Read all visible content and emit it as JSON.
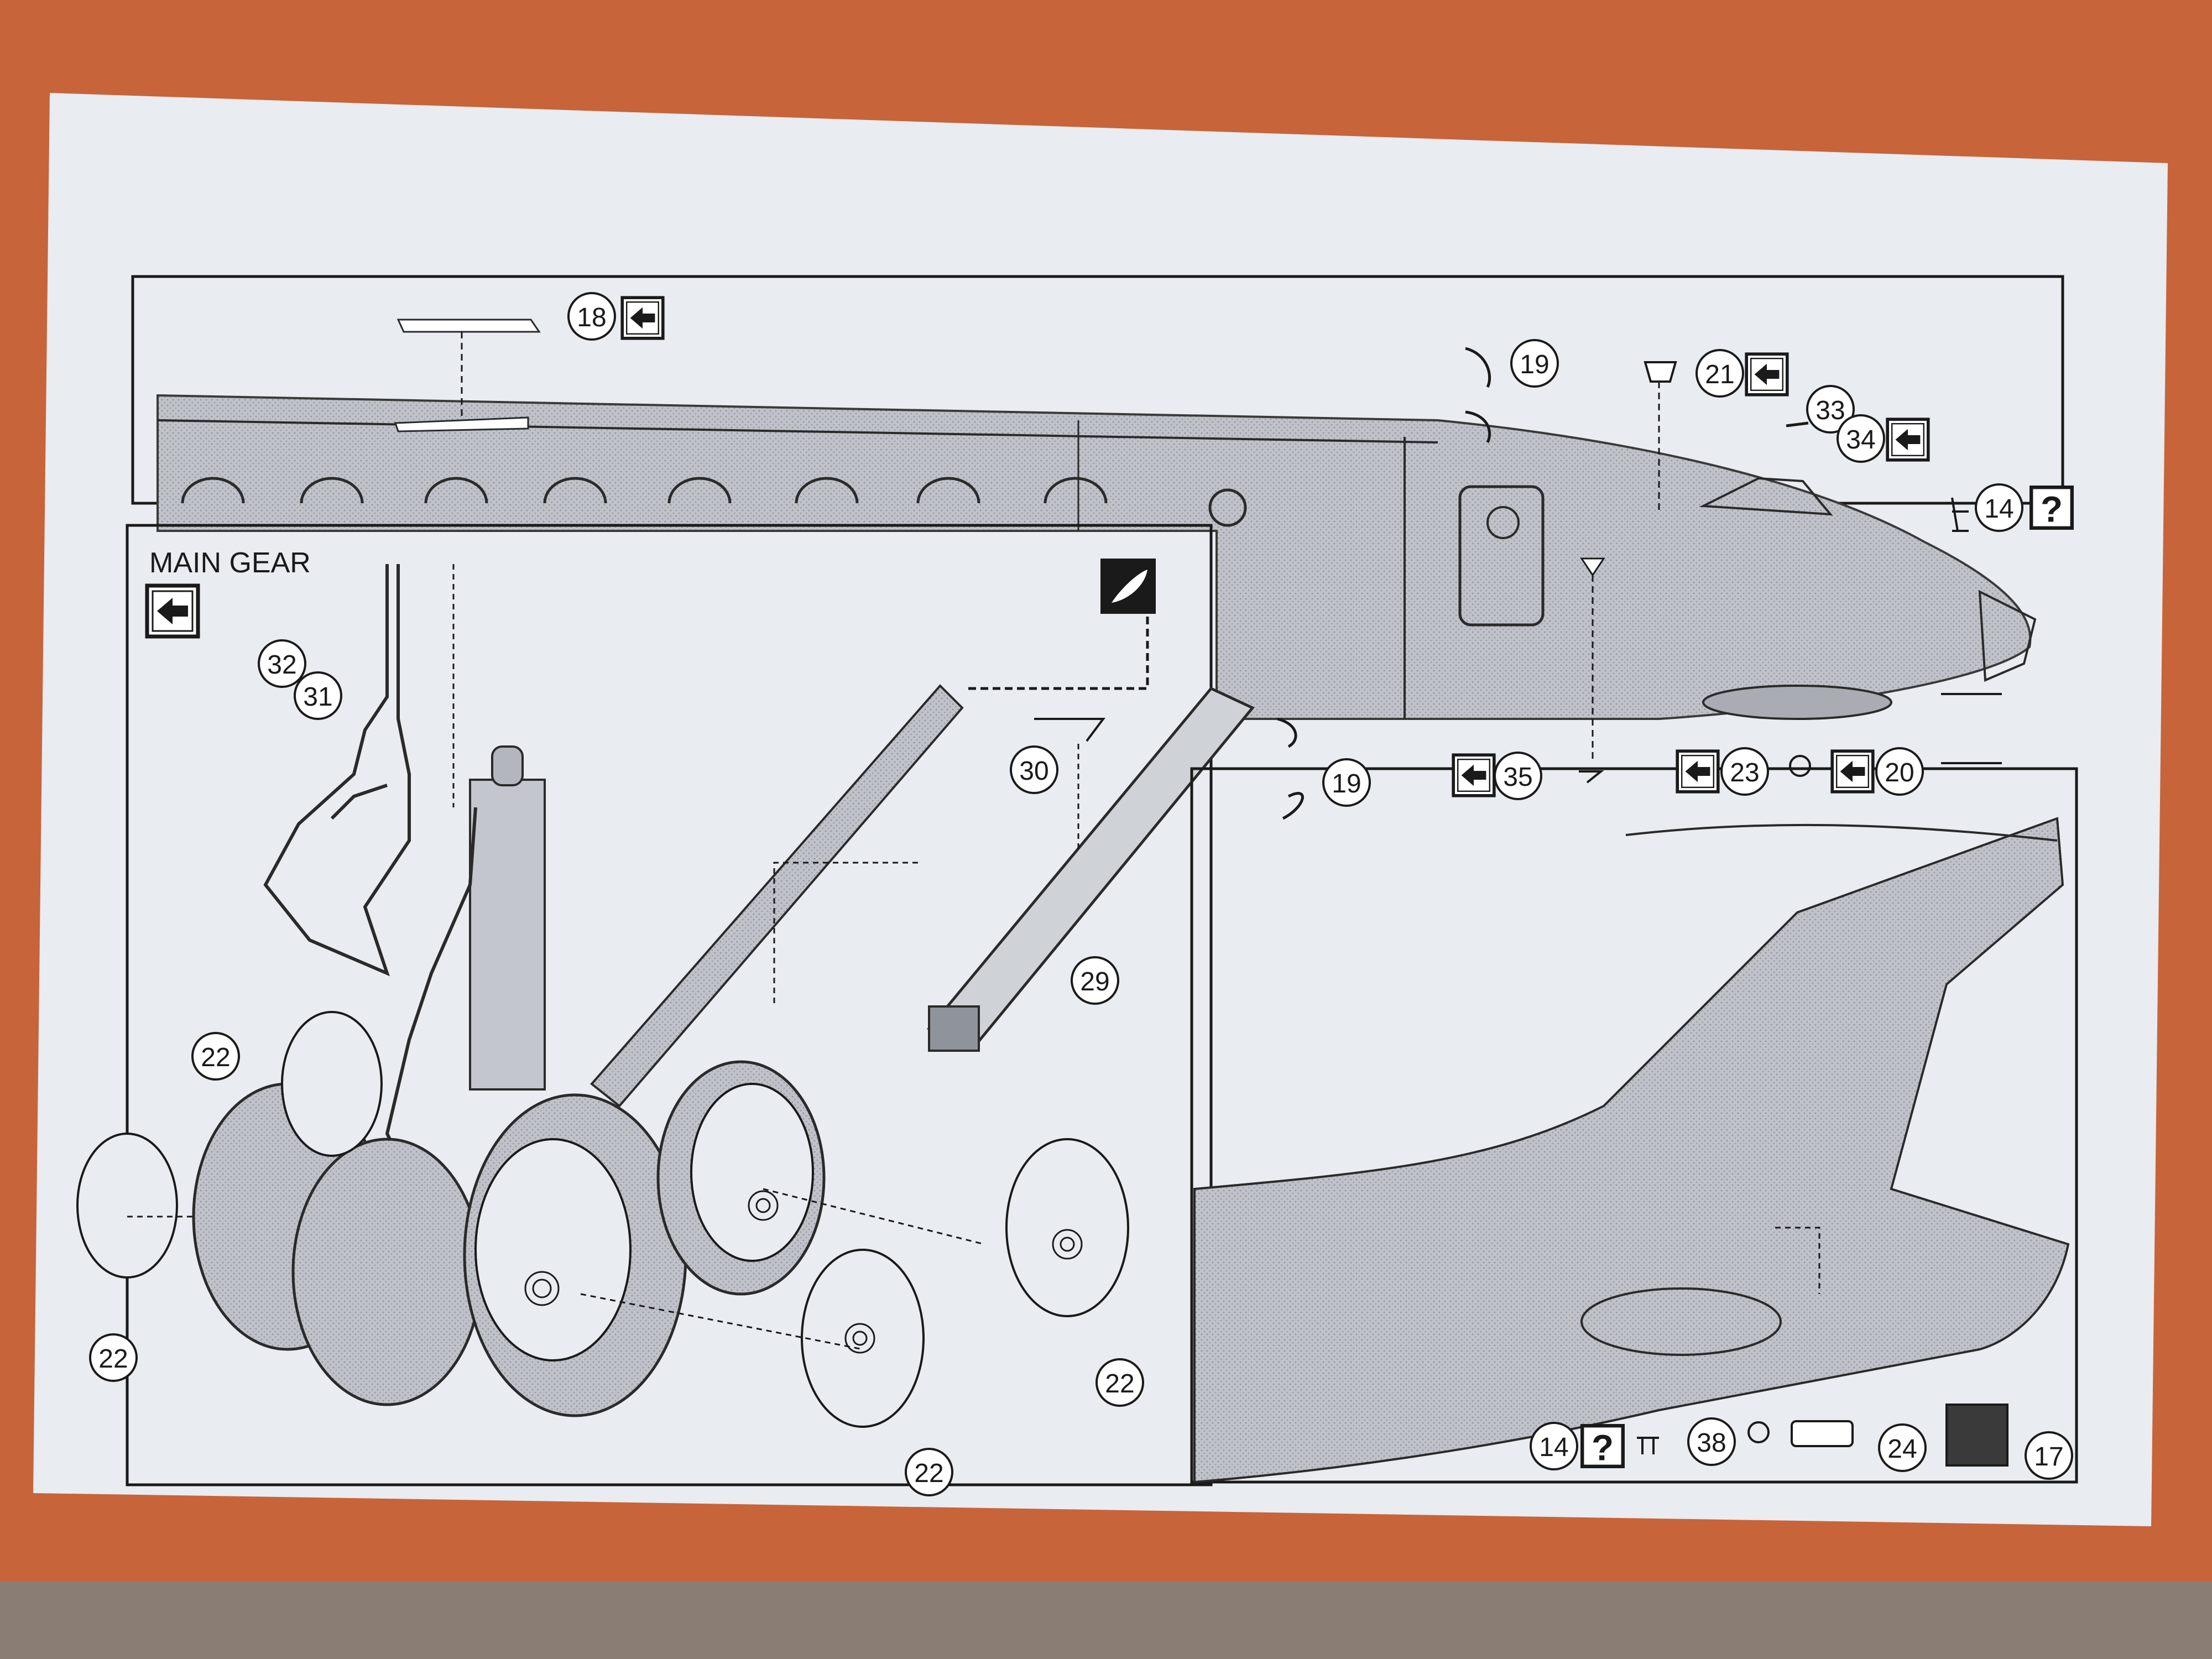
{
  "sheet": {
    "heading": "MAIN GEAR",
    "colors": {
      "table": "#c8643a",
      "paper": "#e9ecf1",
      "ink": "#1a1a1a",
      "fuselage_fill": "#b9bcc2",
      "gear_fill": "#c3c6cc"
    },
    "callouts": [
      {
        "id": "c18",
        "text": "18",
        "icon": "arrow-box-icon"
      },
      {
        "id": "c19a",
        "text": "19"
      },
      {
        "id": "c21",
        "text": "21",
        "icon": "arrow-box-icon"
      },
      {
        "id": "c33",
        "text": "33"
      },
      {
        "id": "c34",
        "text": "34",
        "icon": "arrow-box-icon"
      },
      {
        "id": "c14a",
        "text": "14",
        "icon": "question-box-icon"
      },
      {
        "id": "c32",
        "text": "32"
      },
      {
        "id": "c31",
        "text": "31"
      },
      {
        "id": "c30",
        "text": "30"
      },
      {
        "id": "c19b",
        "text": "19"
      },
      {
        "id": "c35",
        "text": "35",
        "icon": "arrow-box-icon"
      },
      {
        "id": "c23",
        "text": "23",
        "icon": "arrow-box-icon"
      },
      {
        "id": "c20",
        "text": "20",
        "icon": "arrow-box-icon"
      },
      {
        "id": "c29",
        "text": "29"
      },
      {
        "id": "c22a",
        "text": "22"
      },
      {
        "id": "c22b",
        "text": "22"
      },
      {
        "id": "c22c",
        "text": "22"
      },
      {
        "id": "c22d",
        "text": "22"
      },
      {
        "id": "c14b",
        "text": "14",
        "icon": "question-box-icon"
      },
      {
        "id": "c38",
        "text": "38"
      },
      {
        "id": "c24",
        "text": "24"
      },
      {
        "id": "c17",
        "text": "17"
      }
    ],
    "icons": {
      "main_gear_badge": "arrow-box-icon",
      "cement_badge": "knife-icon"
    }
  }
}
